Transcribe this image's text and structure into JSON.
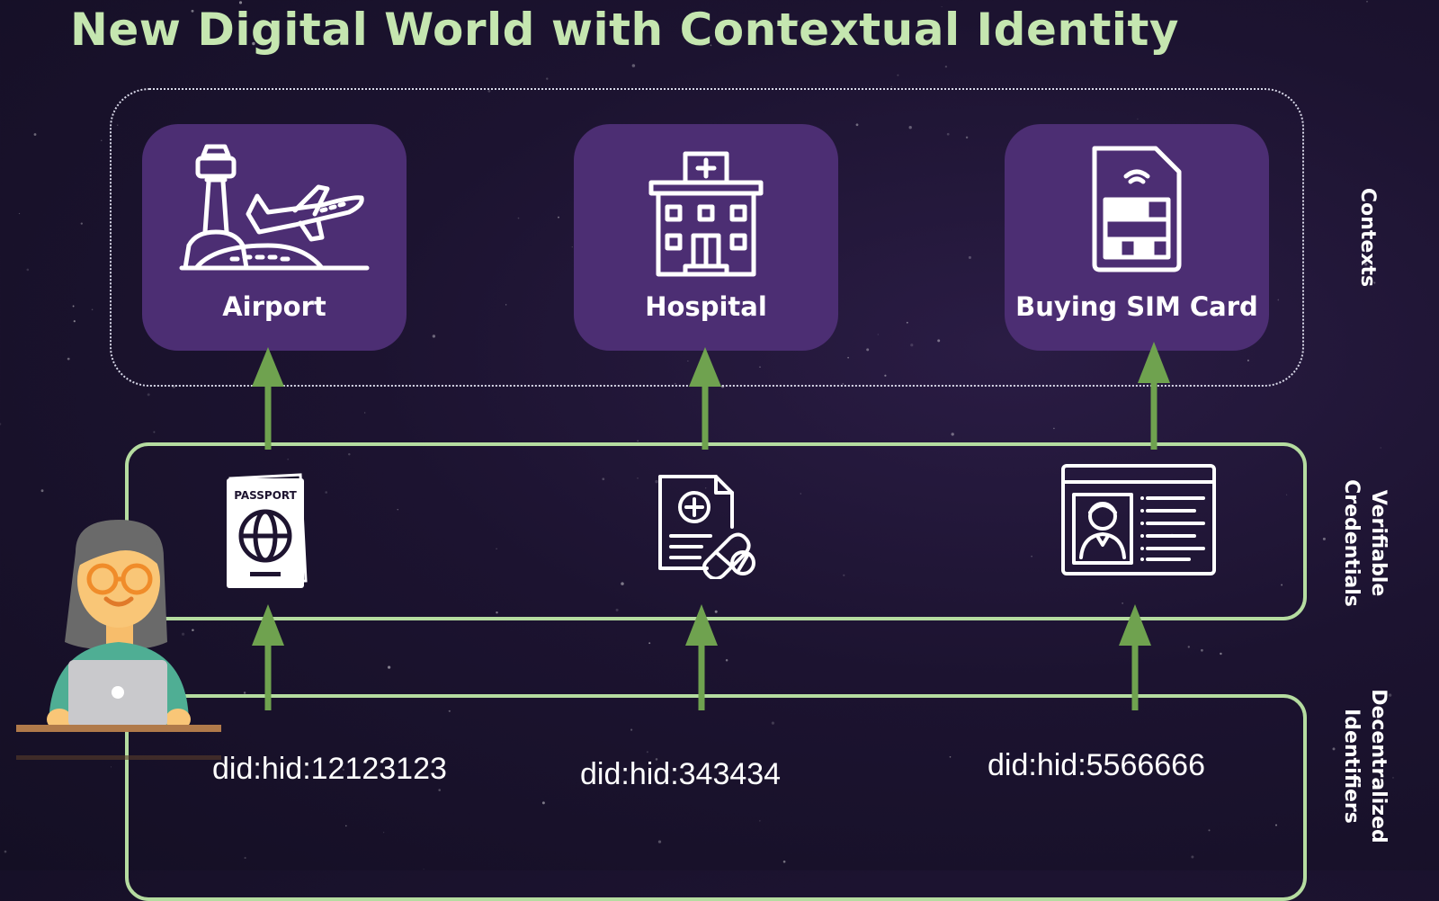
{
  "title": "New Digital World with Contextual Identity",
  "row_labels": {
    "contexts": "Contexts",
    "credentials": "Verifiable\nCredentials",
    "identifiers": "Decentralized\nIdentifiers"
  },
  "contexts": [
    {
      "label": "Airport",
      "icon": "airport-icon"
    },
    {
      "label": "Hospital",
      "icon": "hospital-icon"
    },
    {
      "label": "Buying SIM Card",
      "icon": "sim-card-icon"
    }
  ],
  "credentials": [
    {
      "icon": "passport-icon",
      "text": "PASSPORT"
    },
    {
      "icon": "medical-prescription-icon"
    },
    {
      "icon": "id-card-icon"
    }
  ],
  "identifiers": [
    {
      "value": "did:hid:12123123"
    },
    {
      "value": "did:hid:343434"
    },
    {
      "value": "did:hid:5566666"
    }
  ],
  "colors": {
    "title": "#c5e6b0",
    "card": "#4c2e73",
    "band": "#b5dca0",
    "arrow": "#6fa24f"
  }
}
